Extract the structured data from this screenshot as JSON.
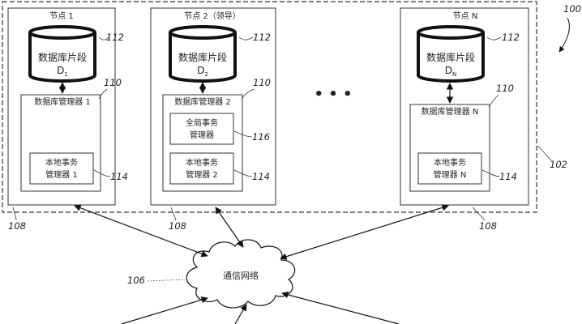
{
  "figure": {
    "ref_system": "100",
    "ref_cluster": "102",
    "ref_network": "106",
    "ref_node": "108",
    "ref_manager": "110",
    "ref_db": "112",
    "ref_local_tm": "114",
    "ref_global_tm": "116",
    "ellipsis": "• • •"
  },
  "nodes": [
    {
      "title": "节点 1",
      "db_line1": "数据库片段",
      "db_label": "D",
      "db_sub": "1",
      "manager": "数据库管理器 1",
      "local_tm_line1": "本地事务",
      "local_tm_line2": "管理器 1"
    },
    {
      "title": "节点 2（领导）",
      "db_line1": "数据库片段",
      "db_label": "D",
      "db_sub": "2",
      "manager": "数据库管理器 2",
      "global_tm_line1": "全局事务",
      "global_tm_line2": "管理器",
      "local_tm_line1": "本地事务",
      "local_tm_line2": "管理器 2"
    },
    {
      "title": "节点 N",
      "db_line1": "数据库片段",
      "db_label": "D",
      "db_sub": "N",
      "manager": "数据库管理器 N",
      "local_tm_line1": "本地事务",
      "local_tm_line2": "管理器 N"
    }
  ],
  "network": {
    "label": "通信网络"
  }
}
